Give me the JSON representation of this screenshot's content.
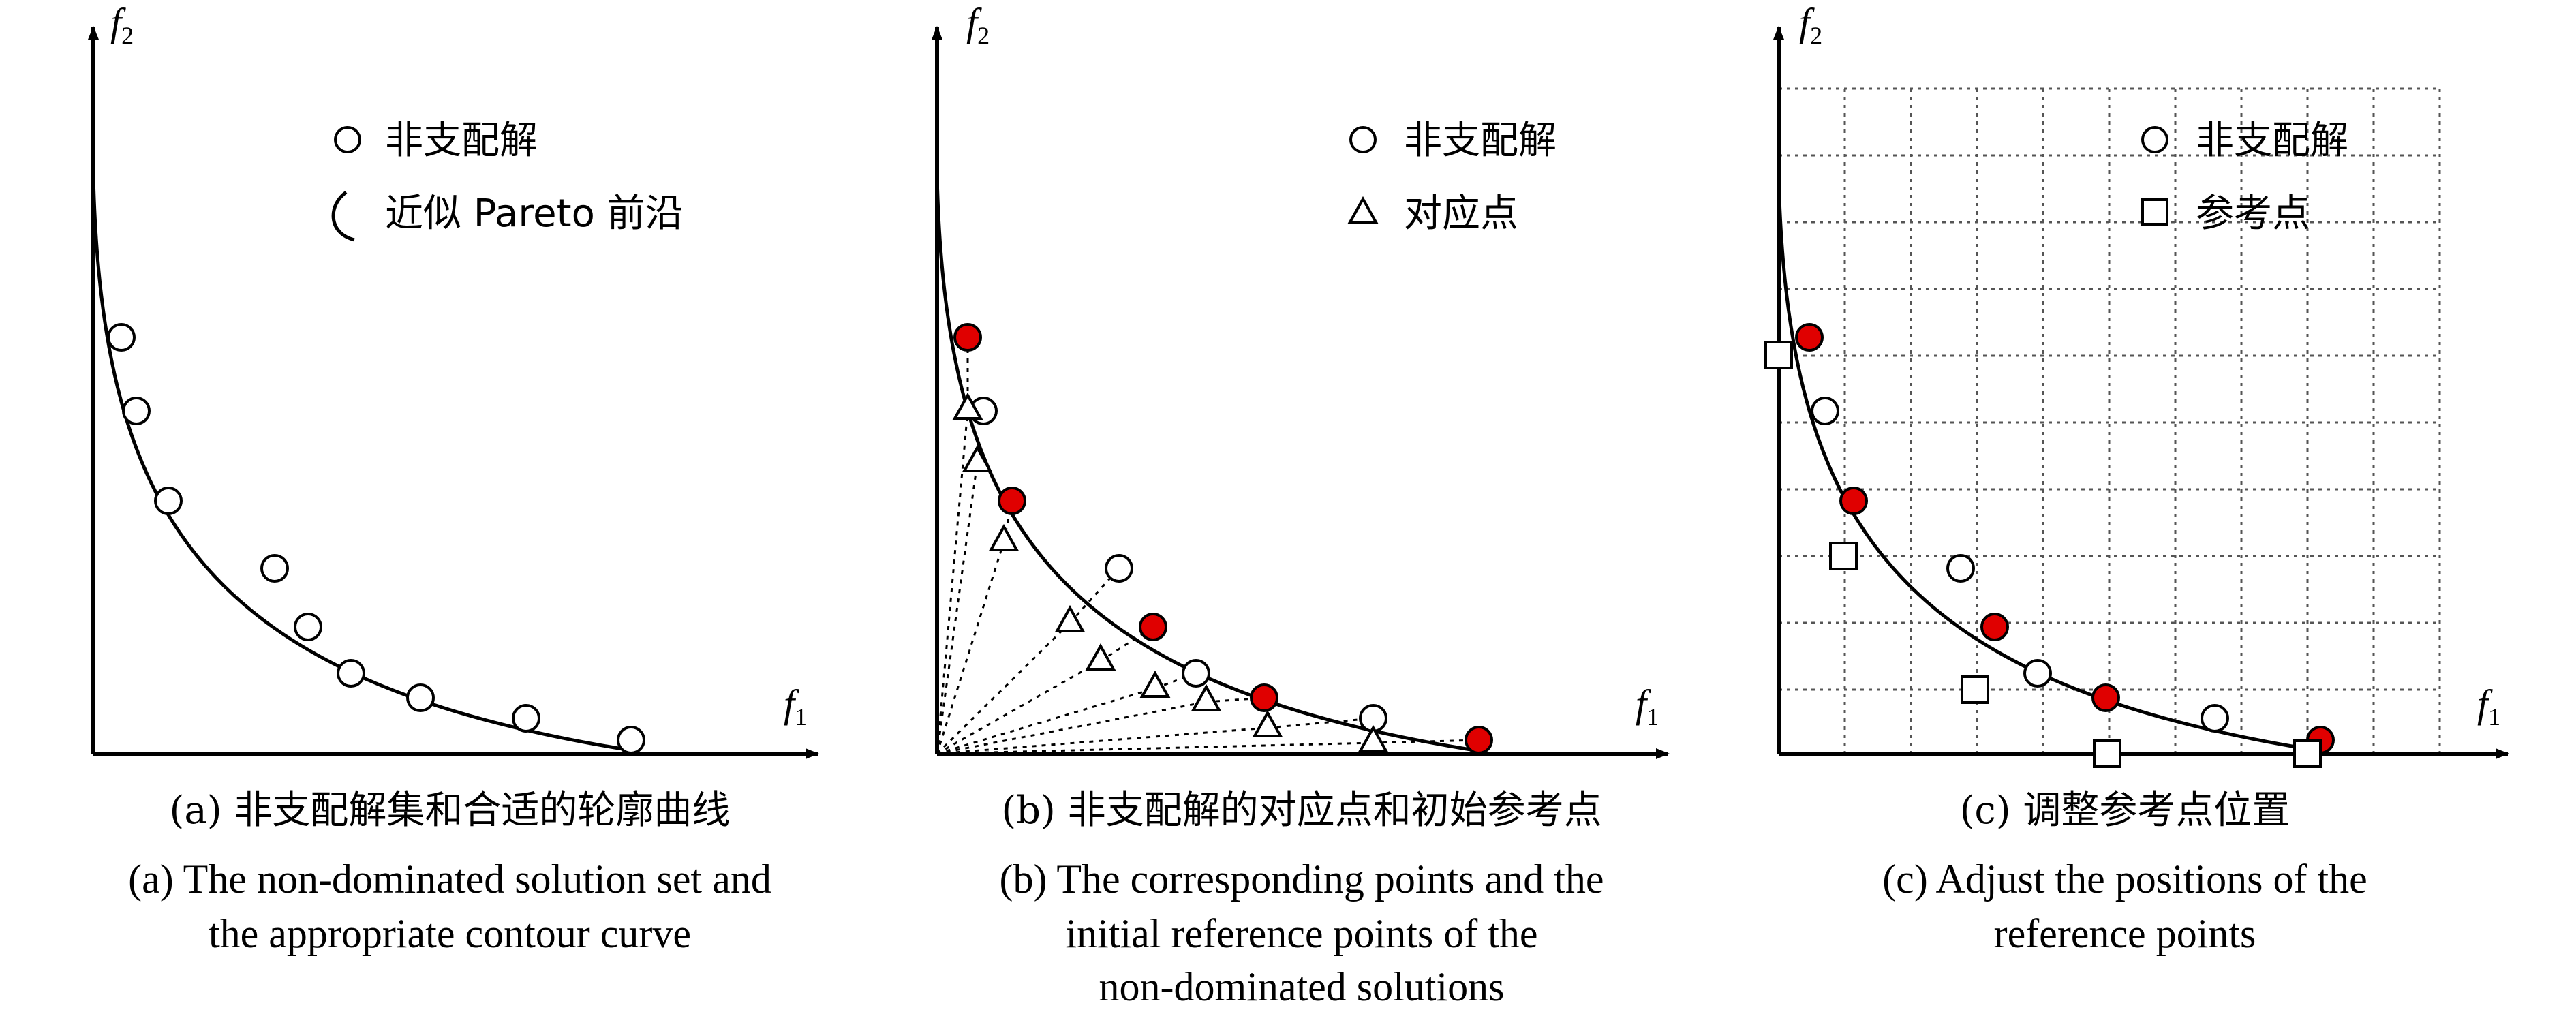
{
  "panels": [
    {
      "id": "a",
      "axis_x_label": "f",
      "axis_x_sub": "1",
      "axis_y_label": "f",
      "axis_y_sub": "2",
      "legend": [
        {
          "symbol": "circle",
          "text": "非支配解"
        },
        {
          "symbol": "arc",
          "text": "近似 Pareto 前沿"
        }
      ],
      "caption_zh": "(a) 非支配解集和合适的轮廓曲线",
      "caption_en": [
        "(a) The non-dominated solution set and",
        "the appropriate contour curve"
      ]
    },
    {
      "id": "b",
      "axis_x_label": "f",
      "axis_x_sub": "1",
      "axis_y_label": "f",
      "axis_y_sub": "2",
      "legend": [
        {
          "symbol": "circle",
          "text": "非支配解"
        },
        {
          "symbol": "triangle",
          "text": "对应点"
        }
      ],
      "caption_zh": "(b) 非支配解的对应点和初始参考点",
      "caption_en": [
        "(b) The corresponding points and the",
        "initial reference points of the",
        "non-dominated solutions"
      ]
    },
    {
      "id": "c",
      "axis_x_label": "f",
      "axis_x_sub": "1",
      "axis_y_label": "f",
      "axis_y_sub": "2",
      "legend": [
        {
          "symbol": "circle",
          "text": "非支配解"
        },
        {
          "symbol": "square",
          "text": "参考点"
        }
      ],
      "caption_zh": "(c) 调整参考点位置",
      "caption_en": [
        "(c) Adjust the positions of the",
        "reference points"
      ]
    }
  ],
  "colors": {
    "ink": "#000000",
    "filled_point": "#e00000",
    "grid": "#555555",
    "background": "#ffffff"
  }
}
